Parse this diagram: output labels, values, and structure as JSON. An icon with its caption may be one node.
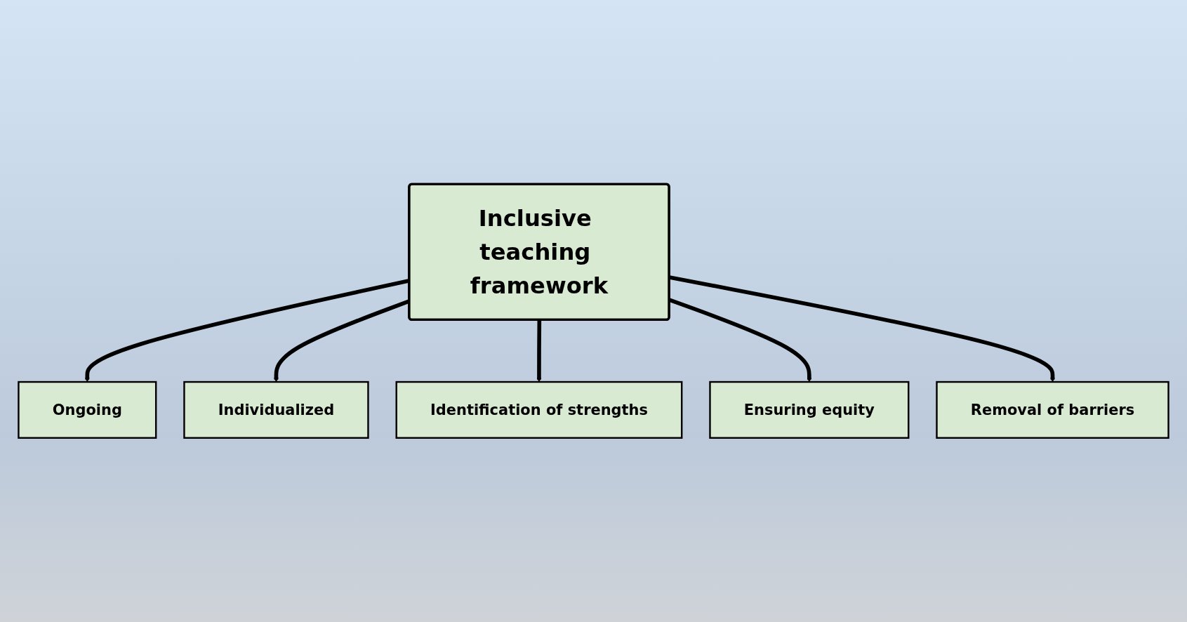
{
  "diagram": {
    "nodes": [
      {
        "text": [
          "Ongoing"
        ]
      },
      {
        "text": [
          "Individualized"
        ]
      },
      {
        "text": [
          "Inclusive teaching framework"
        ]
      },
      {
        "text": [
          "Identification of strengths"
        ]
      },
      {
        "text": [
          "Ensuring equity"
        ]
      },
      {
        "text": [
          "Removal of barriers"
        ]
      }
    ],
    "edges": [
      {
        "from": 2,
        "to": 0,
        "arrow": "to"
      },
      {
        "from": 2,
        "to": 1,
        "arrow": "to"
      },
      {
        "from": 2,
        "to": 3,
        "arrow": "to"
      },
      {
        "from": 2,
        "to": 4,
        "arrow": "to"
      },
      {
        "from": 2,
        "to": 5,
        "arrow": "to"
      }
    ]
  }
}
